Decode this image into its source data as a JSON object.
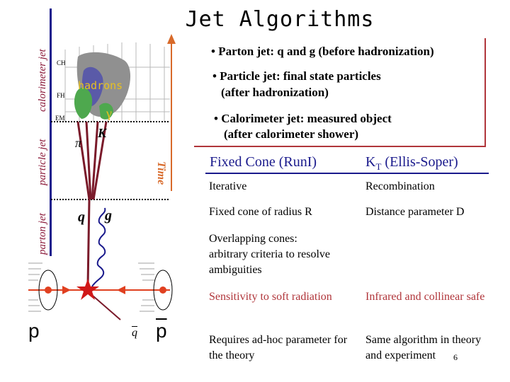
{
  "title": "Jet Algorithms",
  "side_labels": {
    "calorimeter": "calorimeter jet",
    "particle": "particle jet",
    "parton": "parton jet"
  },
  "layers": {
    "ch": "CH",
    "fh": "FH",
    "em": "EM"
  },
  "figure": {
    "hadrons": "hadrons",
    "gamma": "γ",
    "kaon": "K",
    "pion": "π",
    "quark": "q",
    "gluon": "g",
    "proton": "p",
    "antiquark": "q",
    "antiproton": "p",
    "time": "Time"
  },
  "bullets": [
    "• Parton jet: q and g (before hadronization)",
    "• Particle jet: final state particles",
    "(after hadronization)",
    "• Calorimeter jet: measured object",
    "(after calorimeter shower)"
  ],
  "table": {
    "headers": [
      "Fixed Cone (RunI)",
      "K",
      "T",
      " (Ellis-Soper)"
    ],
    "rows": [
      [
        "Iterative",
        "Recombination"
      ],
      [
        "Fixed cone of radius R",
        "Distance parameter D"
      ],
      [
        "Overlapping cones: arbitrary criteria to resolve ambiguities",
        ""
      ],
      [
        "Sensitivity to soft radiation",
        "Infrared and collinear safe"
      ],
      [
        "Requires ad-hoc parameter for the theory",
        "Same algorithm in theory and experiment"
      ]
    ]
  },
  "page_number": "6",
  "colors": {
    "accent_blue": "#1a1a8c",
    "accent_red": "#b0353a",
    "time_orange": "#d86a2a",
    "hadron_blue": "#5a5aa8",
    "hadron_green": "#4ea84e",
    "hadron_gray": "#909090",
    "jet_line": "#7a1a2a"
  }
}
